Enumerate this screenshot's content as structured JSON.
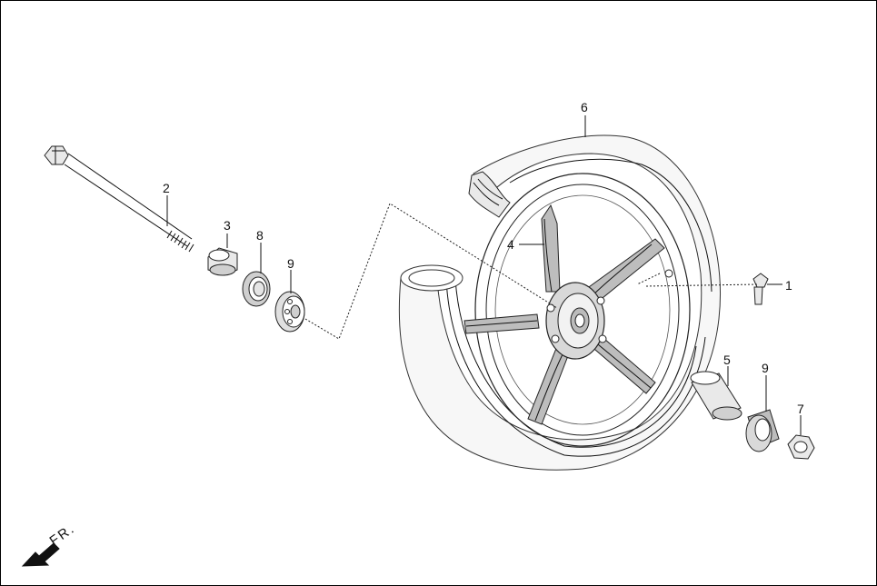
{
  "diagram": {
    "parts": [
      {
        "id": "part-1",
        "label": "1",
        "name": "valve"
      },
      {
        "id": "part-2",
        "label": "2",
        "name": "axle"
      },
      {
        "id": "part-3",
        "label": "3",
        "name": "collar"
      },
      {
        "id": "part-4",
        "label": "4",
        "name": "wheel-rim"
      },
      {
        "id": "part-5",
        "label": "5",
        "name": "spacer"
      },
      {
        "id": "part-6",
        "label": "6",
        "name": "tire"
      },
      {
        "id": "part-7",
        "label": "7",
        "name": "axle-nut"
      },
      {
        "id": "part-8",
        "label": "8",
        "name": "oil-seal"
      },
      {
        "id": "part-9a",
        "label": "9",
        "name": "bearing"
      },
      {
        "id": "part-9b",
        "label": "9",
        "name": "bearing"
      }
    ],
    "direction_label": "FR.",
    "colors": {
      "line": "#111111",
      "part_fill": "#e9e9e9",
      "dark_fill": "#bdbdbd",
      "background": "#ffffff"
    }
  }
}
